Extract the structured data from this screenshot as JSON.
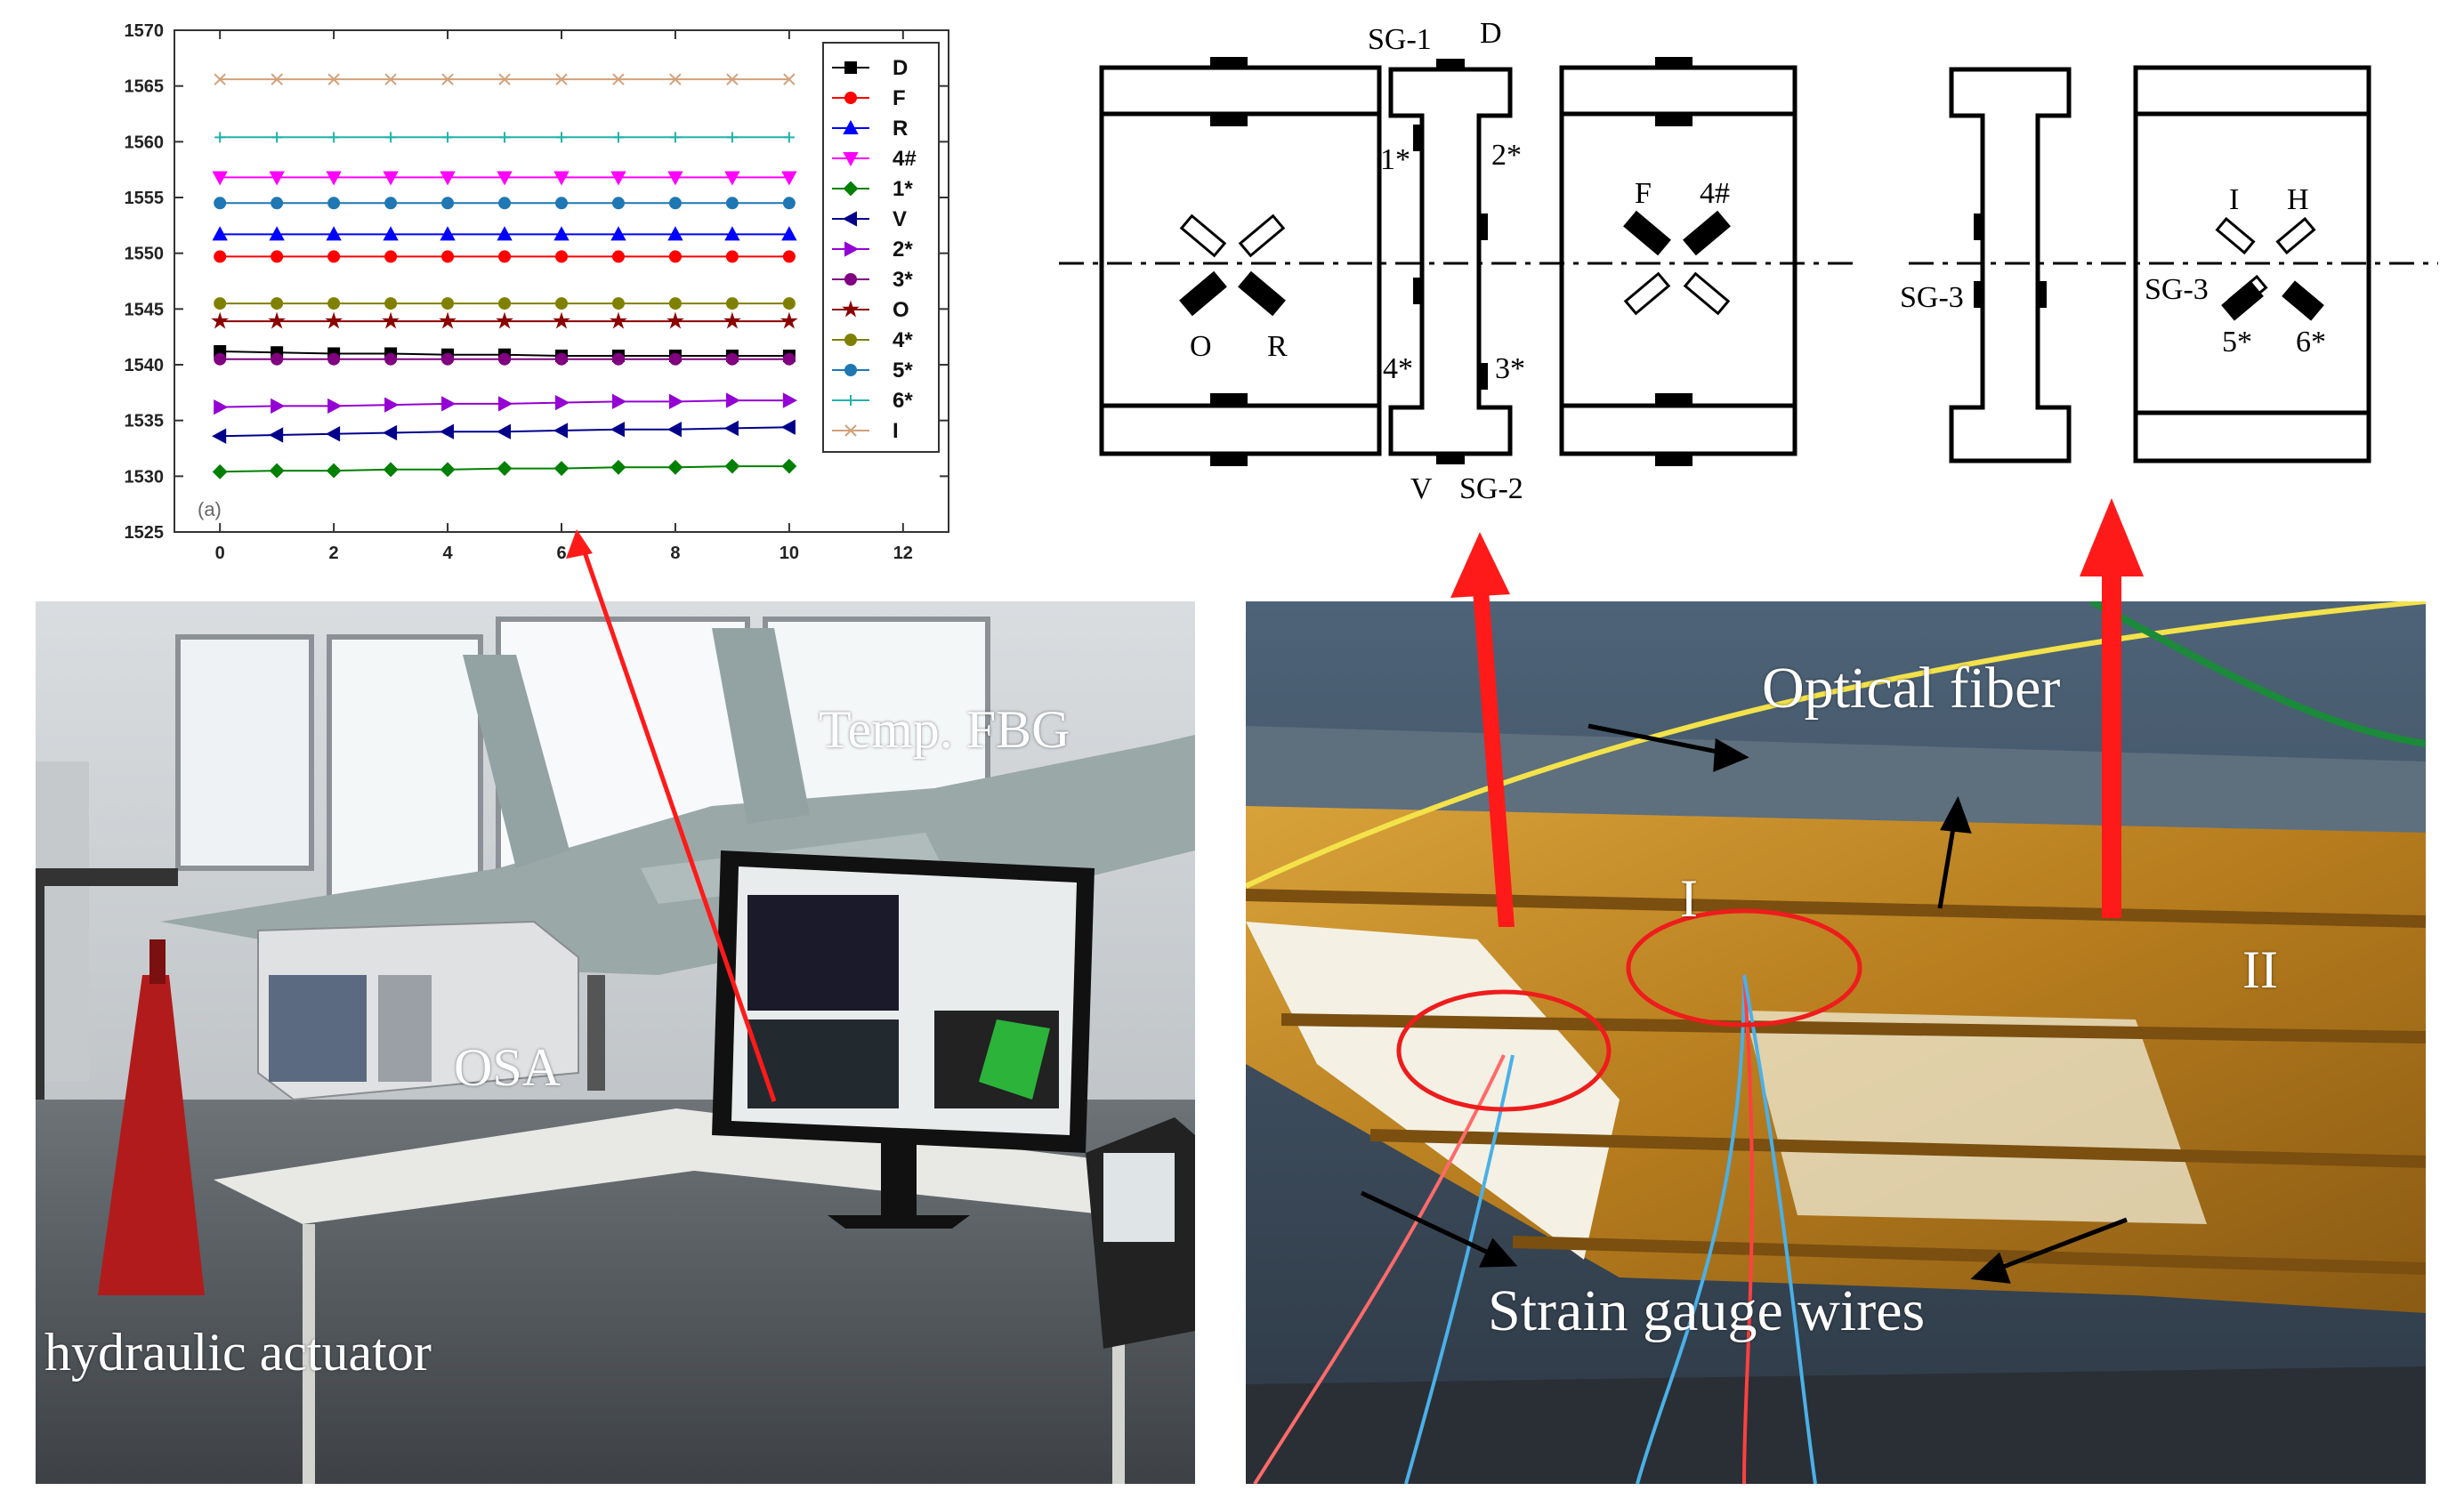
{
  "chart_data": {
    "type": "line",
    "x": [
      0,
      1,
      2,
      3,
      4,
      5,
      6,
      7,
      8,
      9,
      10
    ],
    "xticks": [
      "0",
      "2",
      "4",
      "6",
      "8",
      "10",
      "12"
    ],
    "yticks": [
      "1525",
      "1530",
      "1535",
      "1540",
      "1545",
      "1550",
      "1555",
      "1560",
      "1565",
      "1570"
    ],
    "xlim": [
      -0.8,
      12.8
    ],
    "ylim": [
      1525,
      1570
    ],
    "panel_label": "(a)",
    "grid": false,
    "legend_position": "right",
    "series": [
      {
        "name": "D",
        "values": [
          1541.2,
          1541.1,
          1541.0,
          1541.0,
          1540.9,
          1540.9,
          1540.8,
          1540.8,
          1540.8,
          1540.8,
          1540.8
        ],
        "color": "#000000",
        "marker": "square"
      },
      {
        "name": "F",
        "values": [
          1549.7,
          1549.7,
          1549.7,
          1549.7,
          1549.7,
          1549.7,
          1549.7,
          1549.7,
          1549.7,
          1549.7,
          1549.7
        ],
        "color": "#ff0000",
        "marker": "circle"
      },
      {
        "name": "R",
        "values": [
          1551.7,
          1551.7,
          1551.7,
          1551.7,
          1551.7,
          1551.7,
          1551.7,
          1551.7,
          1551.7,
          1551.7,
          1551.7
        ],
        "color": "#0000ff",
        "marker": "triangle-up"
      },
      {
        "name": "4#",
        "values": [
          1556.8,
          1556.8,
          1556.8,
          1556.8,
          1556.8,
          1556.8,
          1556.8,
          1556.8,
          1556.8,
          1556.8,
          1556.8
        ],
        "color": "#ff00ff",
        "marker": "triangle-down"
      },
      {
        "name": "1*",
        "values": [
          1530.4,
          1530.5,
          1530.5,
          1530.6,
          1530.6,
          1530.7,
          1530.7,
          1530.8,
          1530.8,
          1530.9,
          1530.9
        ],
        "color": "#008000",
        "marker": "diamond"
      },
      {
        "name": "V",
        "values": [
          1533.6,
          1533.7,
          1533.8,
          1533.9,
          1534.0,
          1534.0,
          1534.1,
          1534.2,
          1534.2,
          1534.3,
          1534.4
        ],
        "color": "#00008b",
        "marker": "triangle-left"
      },
      {
        "name": "2*",
        "values": [
          1536.2,
          1536.3,
          1536.3,
          1536.4,
          1536.5,
          1536.5,
          1536.6,
          1536.7,
          1536.7,
          1536.8,
          1536.8
        ],
        "color": "#9400d3",
        "marker": "triangle-right"
      },
      {
        "name": "3*",
        "values": [
          1540.5,
          1540.5,
          1540.5,
          1540.5,
          1540.5,
          1540.5,
          1540.5,
          1540.5,
          1540.5,
          1540.5,
          1540.5
        ],
        "color": "#800080",
        "marker": "hexagon"
      },
      {
        "name": "O",
        "values": [
          1543.9,
          1543.9,
          1543.9,
          1543.9,
          1543.9,
          1543.9,
          1543.9,
          1543.9,
          1543.9,
          1543.9,
          1543.9
        ],
        "color": "#8b0000",
        "marker": "star"
      },
      {
        "name": "4*",
        "values": [
          1545.5,
          1545.5,
          1545.5,
          1545.5,
          1545.5,
          1545.5,
          1545.5,
          1545.5,
          1545.5,
          1545.5,
          1545.5
        ],
        "color": "#808000",
        "marker": "circle"
      },
      {
        "name": "5*",
        "values": [
          1554.5,
          1554.5,
          1554.5,
          1554.5,
          1554.5,
          1554.5,
          1554.5,
          1554.5,
          1554.5,
          1554.5,
          1554.5
        ],
        "color": "#1f77b4",
        "marker": "circle"
      },
      {
        "name": "6*",
        "values": [
          1560.4,
          1560.4,
          1560.4,
          1560.4,
          1560.4,
          1560.4,
          1560.4,
          1560.4,
          1560.4,
          1560.4,
          1560.4
        ],
        "color": "#20b2aa",
        "marker": "plus"
      },
      {
        "name": "I",
        "values": [
          1565.6,
          1565.6,
          1565.6,
          1565.6,
          1565.6,
          1565.6,
          1565.6,
          1565.6,
          1565.6,
          1565.6,
          1565.6
        ],
        "color": "#d2a07a",
        "marker": "cross"
      }
    ]
  },
  "schematic": {
    "labels": {
      "sg1": "SG-1",
      "d": "D",
      "one": "1*",
      "two": "2*",
      "three": "3*",
      "four": "4*",
      "v": "V",
      "sg2": "SG-2",
      "o": "O",
      "r": "R",
      "f": "F",
      "four_hash": "4#",
      "sg3_left": "SG-3",
      "sg3_right": "SG-3",
      "i": "I",
      "h": "H",
      "five": "5*",
      "six": "6*"
    }
  },
  "photos": {
    "left": {
      "temp_fbg": "Temp. FBG",
      "osa": "OSA",
      "actuator": "hydraulic actuator"
    },
    "right": {
      "optical_fiber": "Optical fiber",
      "region_one": "I",
      "region_two": "II",
      "strain_wires": "Strain gauge wires"
    }
  },
  "colors": {
    "arrow_red": "#ff1a1a",
    "ellipse_red": "#ee1c1c",
    "wing_yellow": "#c9961e"
  }
}
